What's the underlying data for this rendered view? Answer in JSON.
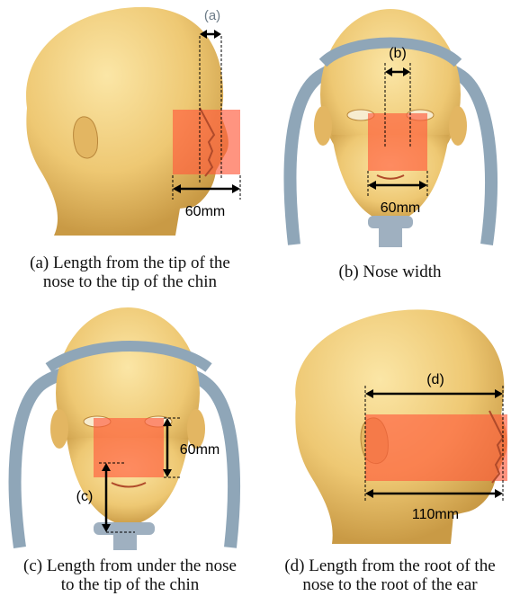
{
  "panels": [
    {
      "id": "a",
      "marker": "(a)",
      "measurement": "60mm",
      "caption_line1": "(a) Length from the tip of the",
      "caption_line2": "nose to the tip of the chin"
    },
    {
      "id": "b",
      "marker": "(b)",
      "measurement": "60mm",
      "caption_line1": "(b) Nose width",
      "caption_line2": ""
    },
    {
      "id": "c",
      "marker": "(c)",
      "measurement": "60mm",
      "caption_line1": "(c) Length from under the nose",
      "caption_line2": "to the tip of the chin"
    },
    {
      "id": "d",
      "marker": "(d)",
      "measurement": "110mm",
      "caption_line1": "(d) Length from the root of the",
      "caption_line2": "nose to the root of the ear"
    }
  ],
  "colors": {
    "skin": "#f0cf7e",
    "skin_shadow": "#c99a45",
    "highlight": "#ff5a3c",
    "headband": "#8fa6b8",
    "stand": "#9fb0c0",
    "line": "#000000",
    "marker_a": "#6b7a86"
  }
}
